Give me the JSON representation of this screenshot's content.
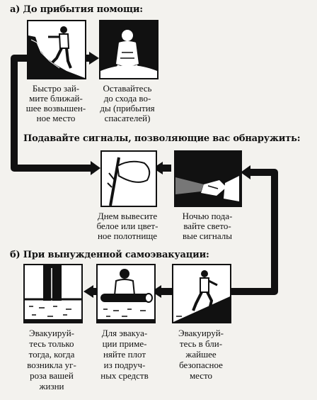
{
  "section_a": {
    "heading": "а) До прибытия помощи:",
    "steps": [
      {
        "caption": "Быстро зай-\nмите ближай-\nшее возвышен-\nное место",
        "icon": "climbing-person-icon"
      },
      {
        "caption": "Оставайтесь\nдо схода во-\nды (прибытия\nспасателей)",
        "icon": "sitting-person-icon"
      }
    ],
    "signals_heading": "Подавайте сигналы, позволяющие вас обнаружить:",
    "signals": [
      {
        "caption": "Днем вывесите\nбелое или цвет-\nное полотнище",
        "icon": "white-flag-icon"
      },
      {
        "caption": "Ночью пода-\nвайте свето-\nвые сигналы",
        "icon": "flashlight-icon"
      }
    ]
  },
  "section_b": {
    "heading": "б) При вынужденной самоэвакуации:",
    "steps": [
      {
        "caption": "Эвакуируй-\nтесь только\nтогда, когда\nвозникла уг-\nроза вашей\nжизни",
        "icon": "legs-in-water-icon"
      },
      {
        "caption": "Для эвакуа-\nции приме-\nняйте плот\nиз подруч-\nных средств",
        "icon": "log-raft-icon"
      },
      {
        "caption": "Эвакуируй-\nтесь в бли-\nжайшее\nбезопасное\nместо",
        "icon": "walking-uphill-icon"
      }
    ]
  },
  "colors": {
    "ink": "#111111",
    "paper": "#f3f2ee",
    "water": "#ffffff"
  }
}
